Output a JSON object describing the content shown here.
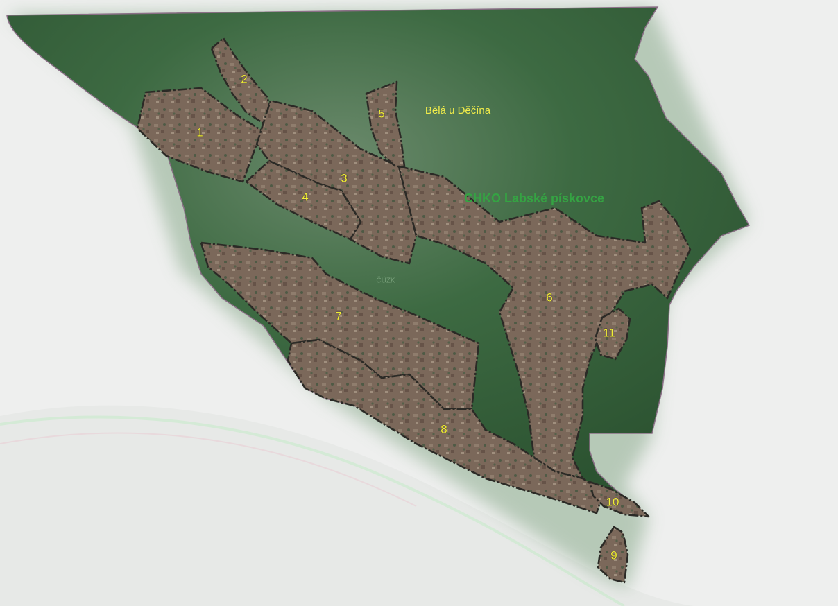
{
  "map": {
    "place_name": "Bělá u Děčína",
    "protected_area_label": "CHKO Labské pískovce",
    "watermark": "ČÚZK",
    "districts": [
      "1",
      "2",
      "3",
      "4",
      "5",
      "6",
      "7",
      "8",
      "9",
      "10",
      "11"
    ]
  },
  "colors": {
    "forest": "#2f5a33",
    "settlement": "#7a6658",
    "boundary": "#2b2a26",
    "label_number": "#f2ef37",
    "label_place": "#f1ec4a",
    "label_chko": "#35a343",
    "background": "#eeefee",
    "river": "#dfe9e0"
  }
}
